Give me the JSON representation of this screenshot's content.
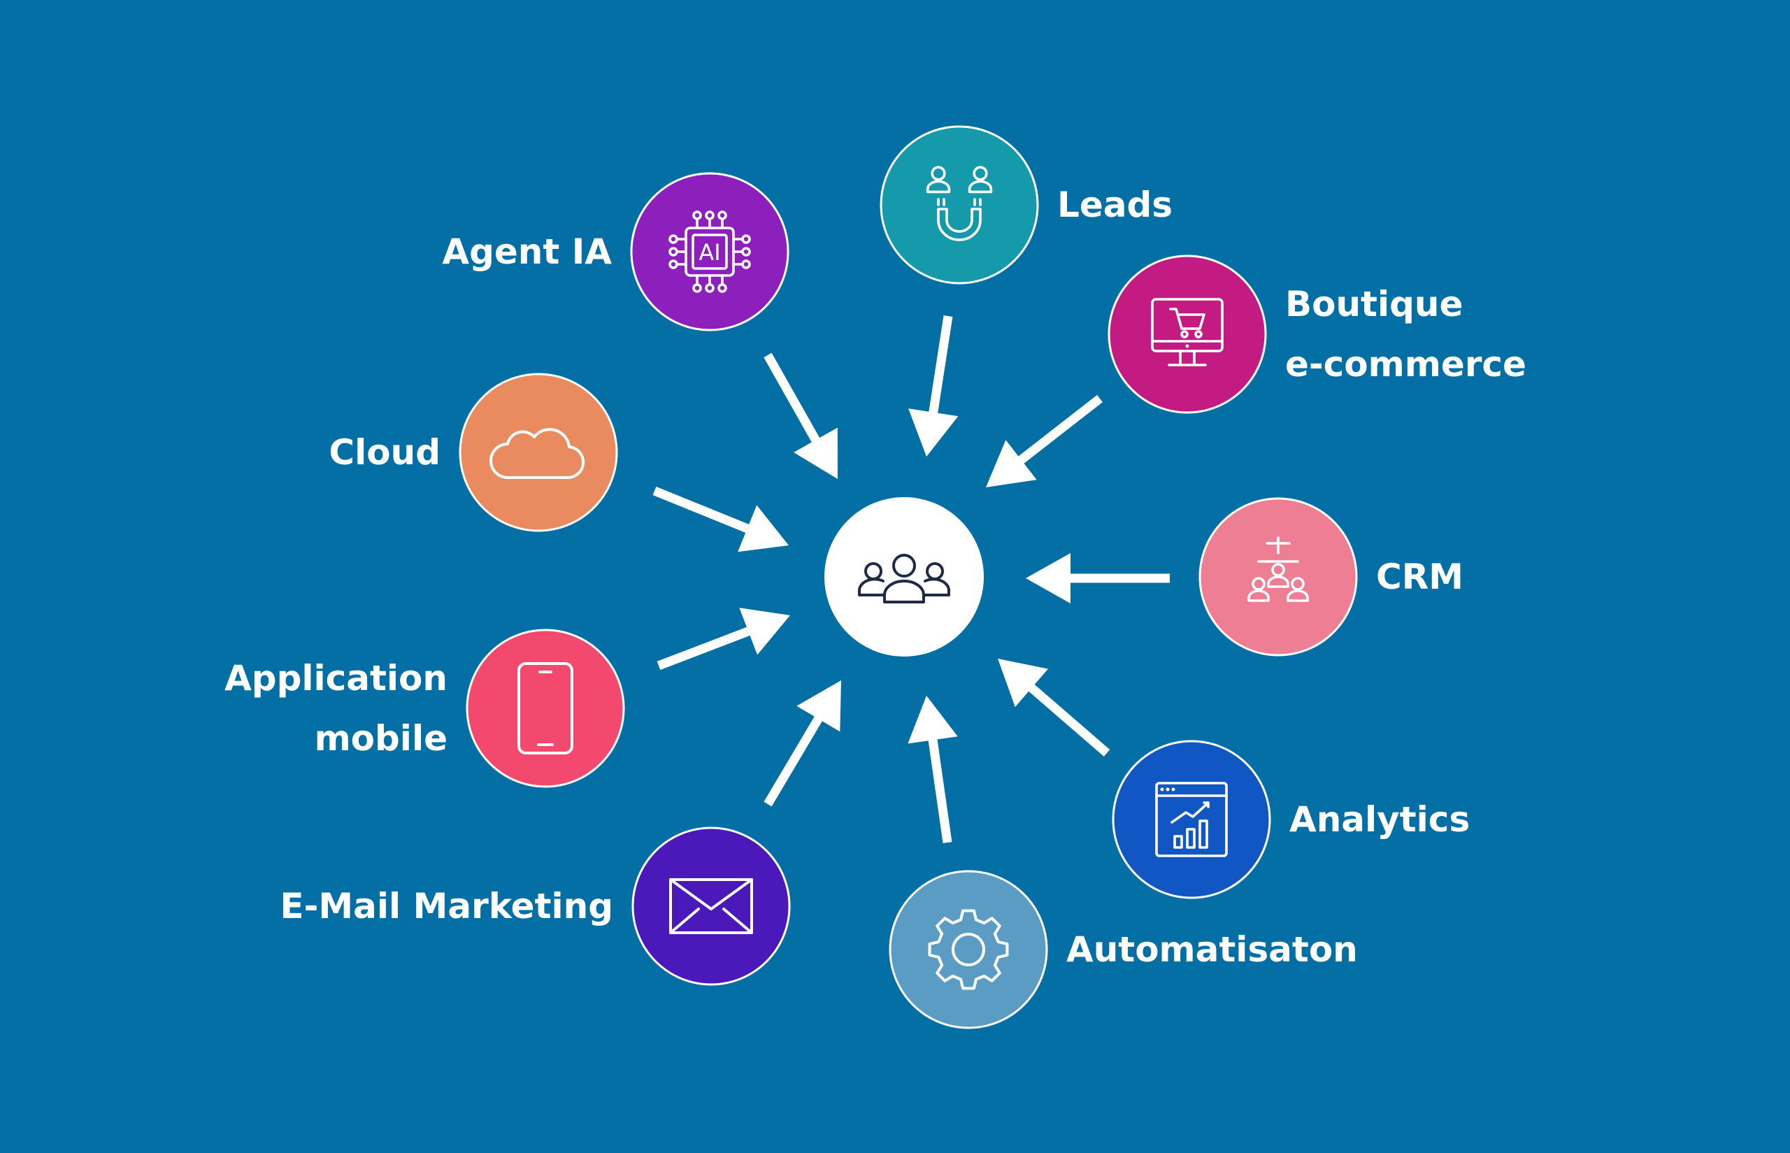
{
  "colors": {
    "background": "#046fa4",
    "arrow": "#ffffff",
    "stroke": "#ffffff",
    "hub_icon": "#1f2a44"
  },
  "hub": {
    "icon": "people-group-icon"
  },
  "nodes": [
    {
      "id": "agent-ia",
      "lines": [
        "Agent IA"
      ],
      "icon": "ai-chip-icon",
      "color": "#8d1fbd"
    },
    {
      "id": "leads",
      "lines": [
        "Leads"
      ],
      "icon": "people-magnet-icon",
      "color": "#149aaa"
    },
    {
      "id": "boutique",
      "lines": [
        "Boutique",
        "e-commerce"
      ],
      "icon": "monitor-cart-icon",
      "color": "#c41b82"
    },
    {
      "id": "cloud",
      "lines": [
        "Cloud"
      ],
      "icon": "cloud-icon",
      "color": "#e98a5f"
    },
    {
      "id": "crm",
      "lines": [
        "CRM"
      ],
      "icon": "org-people-icon",
      "color": "#ee7e93"
    },
    {
      "id": "app-mobile",
      "lines": [
        "Application",
        "mobile"
      ],
      "icon": "smartphone-icon",
      "color": "#f4496f"
    },
    {
      "id": "analytics",
      "lines": [
        "Analytics"
      ],
      "icon": "bar-chart-window-icon",
      "color": "#1157c4"
    },
    {
      "id": "email",
      "lines": [
        "E-Mail Marketing"
      ],
      "icon": "envelope-icon",
      "color": "#4b18b9"
    },
    {
      "id": "automatisation",
      "lines": [
        "Automatisaton"
      ],
      "icon": "gear-icon",
      "color": "#5a9cc4"
    }
  ]
}
